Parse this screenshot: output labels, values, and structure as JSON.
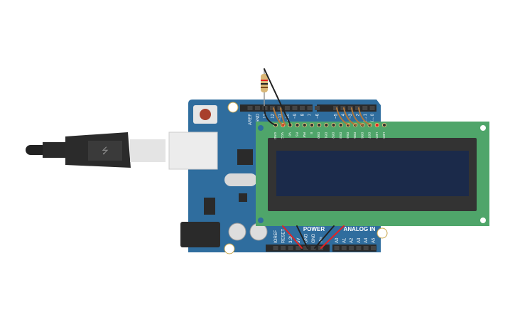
{
  "board": {
    "power_label": "POWER",
    "analog_label": "ANALOG IN",
    "top_pins": [
      "AREF",
      "GND",
      "13",
      "12",
      "~11",
      "~10",
      "~9",
      "8",
      "7",
      "~6",
      "~5",
      "4",
      "~3",
      "2",
      "TX→1",
      "RX←0"
    ],
    "bottom_pins": [
      "IOREF",
      "RESET",
      "3.3V",
      "5V",
      "GND",
      "GND",
      "Vin",
      "A0",
      "A1",
      "A2",
      "A3",
      "A4",
      "A5"
    ]
  },
  "lcd": {
    "pins": [
      "GND",
      "VCC",
      "V0",
      "RS",
      "RW",
      "E",
      "DB0",
      "DB1",
      "DB2",
      "DB3",
      "DB4",
      "DB5",
      "DB6",
      "DB7",
      "LED",
      "LED"
    ]
  },
  "colors": {
    "board": "#2f6d9e",
    "lcd_pcb": "#4fa56a",
    "lcd_screen": "#1b2a4a",
    "wire_red": "#e52222",
    "wire_black": "#222222",
    "wire_brown": "#b0763a"
  }
}
